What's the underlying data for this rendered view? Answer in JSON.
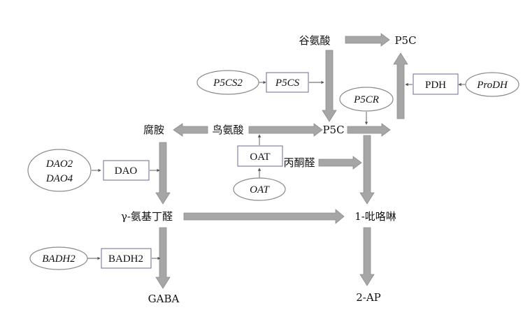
{
  "colors": {
    "arrow_fill": "#a6a6a6",
    "arrow_stroke": "#8c8c8c",
    "box_stroke": "#6b6b8f",
    "ellipse_stroke": "#8a8a8a",
    "thin_arrow": "#555555",
    "text": "#111111"
  },
  "metabolites": {
    "glutamate": "谷氨酸",
    "p5c_top": "P5C",
    "p5c_mid": "P5C",
    "ornithine": "鸟氨酸",
    "putrescine": "腐胺",
    "methylglyoxal": "丙酮醛",
    "gaba_ald": "γ-氨基丁醛",
    "pyrroline": "1-吡咯啉",
    "gaba": "GABA",
    "ap2": "2-AP"
  },
  "enzymes": {
    "p5cs": "P5CS",
    "pdh": "PDH",
    "oat": "OAT",
    "dao": "DAO",
    "badh2": "BADH2"
  },
  "genes": {
    "p5cs2": "P5CS2",
    "prodh": "ProDH",
    "p5cr": "P5CR",
    "oat": "OAT",
    "dao2": "DAO2",
    "dao4": "DAO4",
    "badh2": "BADH2"
  }
}
